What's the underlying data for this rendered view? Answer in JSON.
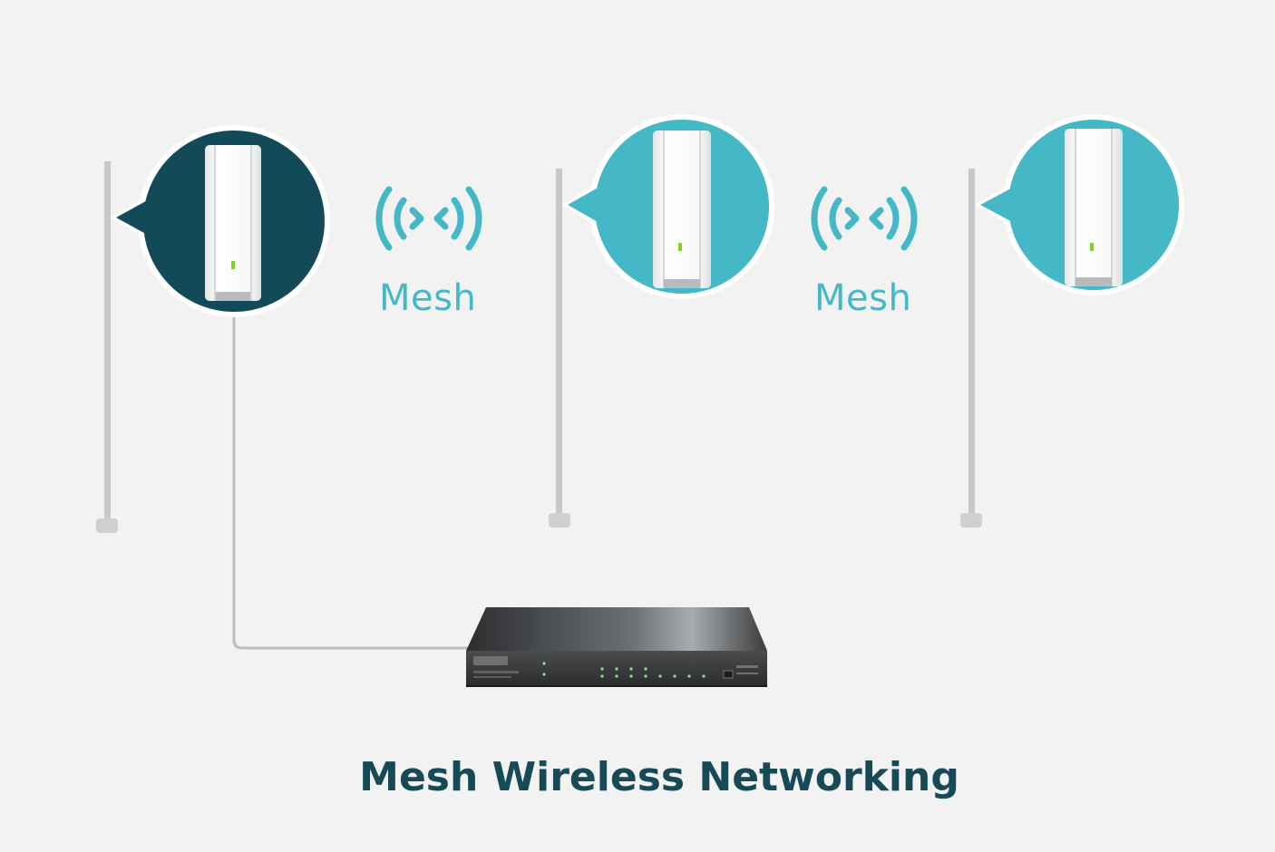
{
  "diagram": {
    "caption": "Mesh Wireless Networking",
    "links": [
      {
        "label": "Mesh",
        "icon": "wireless-signal-icon"
      },
      {
        "label": "Mesh",
        "icon": "wireless-signal-icon"
      }
    ],
    "nodes": [
      {
        "type": "access-point",
        "role": "root (wired)"
      },
      {
        "type": "access-point",
        "role": "mesh"
      },
      {
        "type": "access-point",
        "role": "mesh"
      }
    ],
    "switch": {
      "type": "network-switch",
      "icon": "switch-icon"
    },
    "colors": {
      "background": "#f2f2f2",
      "root_circle": "#134a58",
      "mesh_circle": "#45b8c8",
      "accent": "#45b8c8",
      "caption": "#154a56",
      "pole": "#c8c8c8",
      "cable": "#bdbdbd"
    }
  }
}
